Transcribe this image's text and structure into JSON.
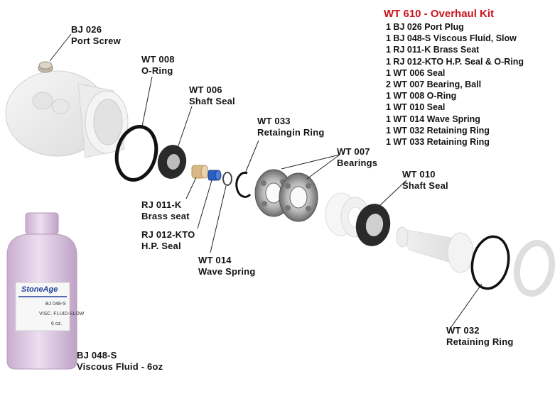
{
  "kit": {
    "title": "WT 610 - Overhaul Kit",
    "items": [
      "1 BJ 026 Port Plug",
      "1 BJ 048-S Viscous Fluid, Slow",
      "1 RJ 011-K Brass Seat",
      "1 RJ 012-KTO H.P. Seal & O-Ring",
      "1 WT 006 Seal",
      "2 WT 007 Bearing, Ball",
      "1 WT 008 O-Ring",
      "1 WT 010 Seal",
      "1 WT 014 Wave Spring",
      "1 WT 032 Retaining Ring",
      "1 WT 033 Retaining Ring"
    ]
  },
  "labels": {
    "bj026": {
      "code": "BJ 026",
      "name": "Port Screw"
    },
    "wt008": {
      "code": "WT 008",
      "name": "O-Ring"
    },
    "wt006": {
      "code": "WT 006",
      "name": "Shaft Seal"
    },
    "wt033": {
      "code": "WT 033",
      "name": "Retaingin Ring"
    },
    "wt007": {
      "code": "WT 007",
      "name": "Bearings"
    },
    "wt010": {
      "code": "WT 010",
      "name": "Shaft Seal"
    },
    "rj011": {
      "code": "RJ 011-K",
      "name": "Brass seat"
    },
    "rj012": {
      "code": "RJ 012-KTO",
      "name": "H.P. Seal"
    },
    "wt014": {
      "code": "WT 014",
      "name": "Wave Spring"
    },
    "wt032": {
      "code": "WT 032",
      "name": "Retaining Ring"
    },
    "bj048": {
      "code": "BJ 048-S",
      "name": "Viscous Fluid - 6oz"
    }
  },
  "bottle_label": {
    "brand": "StoneAge",
    "part": "BJ 048-S",
    "desc": "VISC. FLUID-SLOW",
    "size": "6 oz."
  },
  "colors": {
    "kit_title": "#c8161d",
    "label_text": "#141414",
    "brand_text": "#1f3f98",
    "wave_spring": "#2b5fc4",
    "brass_seat": "#d8b888",
    "bottle": "#d6bfdc"
  }
}
